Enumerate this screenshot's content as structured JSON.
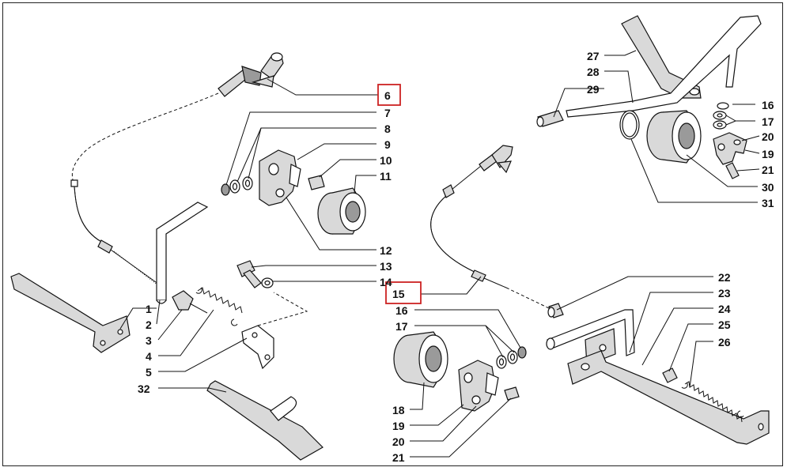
{
  "diagram": {
    "highlighted": [
      "6",
      "15"
    ],
    "callouts": [
      {
        "id": "c27",
        "text": "27"
      },
      {
        "id": "c28",
        "text": "28"
      },
      {
        "id": "c29",
        "text": "29"
      },
      {
        "id": "c16a",
        "text": "16"
      },
      {
        "id": "c17a",
        "text": "17"
      },
      {
        "id": "c20a",
        "text": "20"
      },
      {
        "id": "c19a",
        "text": "19"
      },
      {
        "id": "c21a",
        "text": "21"
      },
      {
        "id": "c30",
        "text": "30"
      },
      {
        "id": "c31",
        "text": "31"
      },
      {
        "id": "c6",
        "text": "6"
      },
      {
        "id": "c7",
        "text": "7"
      },
      {
        "id": "c8",
        "text": "8"
      },
      {
        "id": "c9",
        "text": "9"
      },
      {
        "id": "c10",
        "text": "10"
      },
      {
        "id": "c11",
        "text": "11"
      },
      {
        "id": "c12",
        "text": "12"
      },
      {
        "id": "c13",
        "text": "13"
      },
      {
        "id": "c14",
        "text": "14"
      },
      {
        "id": "c1",
        "text": "1"
      },
      {
        "id": "c2",
        "text": "2"
      },
      {
        "id": "c3",
        "text": "3"
      },
      {
        "id": "c4",
        "text": "4"
      },
      {
        "id": "c5",
        "text": "5"
      },
      {
        "id": "c32",
        "text": "32"
      },
      {
        "id": "c15",
        "text": "15"
      },
      {
        "id": "c16b",
        "text": "16"
      },
      {
        "id": "c17b",
        "text": "17"
      },
      {
        "id": "c18",
        "text": "18"
      },
      {
        "id": "c19b",
        "text": "19"
      },
      {
        "id": "c20b",
        "text": "20"
      },
      {
        "id": "c21b",
        "text": "21"
      },
      {
        "id": "c22",
        "text": "22"
      },
      {
        "id": "c23",
        "text": "23"
      },
      {
        "id": "c24",
        "text": "24"
      },
      {
        "id": "c25",
        "text": "25"
      },
      {
        "id": "c26",
        "text": "26"
      }
    ]
  }
}
